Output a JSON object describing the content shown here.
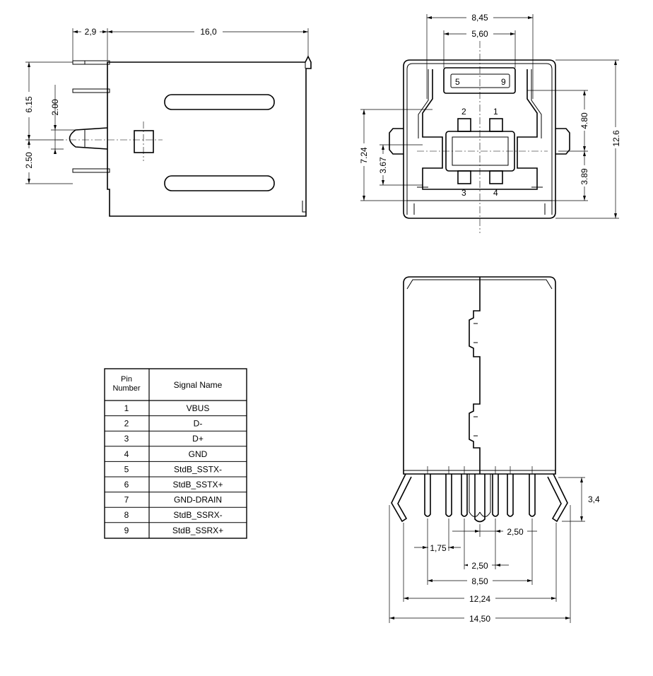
{
  "dimensions": {
    "side_top_left": "2,9",
    "side_top_main": "16,0",
    "side_left_615": "6.15",
    "side_left_200": "2.00",
    "side_left_250": "2.50",
    "front_845": "8,45",
    "front_560": "5,60",
    "front_480": "4.80",
    "front_126": "12.6",
    "front_724": "7.24",
    "front_367": "3.67",
    "front_389": "3.89",
    "bottom_34": "3,4",
    "bottom_250a": "2,50",
    "bottom_175": "1,75",
    "bottom_250b": "2,50",
    "bottom_850": "8,50",
    "bottom_1224": "12,24",
    "bottom_1450": "14,50"
  },
  "front_pins": {
    "p1": "1",
    "p2": "2",
    "p3": "3",
    "p4": "4",
    "p5": "5",
    "p9": "9"
  },
  "pin_table": {
    "header_pin_line1": "Pin",
    "header_pin_line2": "Number",
    "header_signal": "Signal Name",
    "rows": [
      {
        "pin": "1",
        "signal": "VBUS"
      },
      {
        "pin": "2",
        "signal": "D-"
      },
      {
        "pin": "3",
        "signal": "D+"
      },
      {
        "pin": "4",
        "signal": "GND"
      },
      {
        "pin": "5",
        "signal": "StdB_SSTX-"
      },
      {
        "pin": "6",
        "signal": "StdB_SSTX+"
      },
      {
        "pin": "7",
        "signal": "GND-DRAIN"
      },
      {
        "pin": "8",
        "signal": "StdB_SSRX-"
      },
      {
        "pin": "9",
        "signal": "StdB_SSRX+"
      }
    ]
  }
}
